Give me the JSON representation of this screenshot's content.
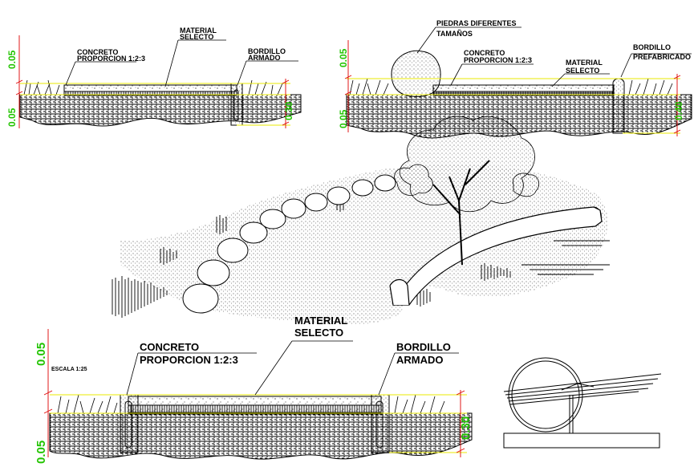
{
  "section_top_left": {
    "concreto_1": "CONCRETO",
    "concreto_2": "PROPORCION 1:2:3",
    "material_1": "MATERIAL",
    "material_2": "SELECTO",
    "bordillo_1": "BORDILLO",
    "bordillo_2": "ARMADO",
    "dim_top": "0.05",
    "dim_bottom": "0.05",
    "dim_right": "0.30"
  },
  "section_top_right": {
    "piedras_1": "PIEDRAS DIFERENTES",
    "piedras_2": "TAMAÑOS",
    "concreto_1": "CONCRETO",
    "concreto_2": "PROPORCION 1:2:3",
    "material_1": "MATERIAL",
    "material_2": "SELECTO",
    "bordillo_1": "BORDILLO",
    "bordillo_2": "PREFABRICADO",
    "dim_top": "0.05",
    "dim_bottom": "0.05",
    "dim_right": "0.40"
  },
  "section_bottom": {
    "escala": "ESCALA 1:25",
    "concreto_1": "CONCRETO",
    "concreto_2": "PROPORCION 1:2:3",
    "material_1": "MATERIAL",
    "material_2": "SELECTO",
    "bordillo_1": "BORDILLO",
    "bordillo_2": "ARMADO",
    "dim_top": "0.05",
    "dim_bottom": "0.05",
    "dim_right": "0.30"
  },
  "colors": {
    "dimension": "#22c400",
    "guide": "#e8e800",
    "ink": "#000000"
  }
}
